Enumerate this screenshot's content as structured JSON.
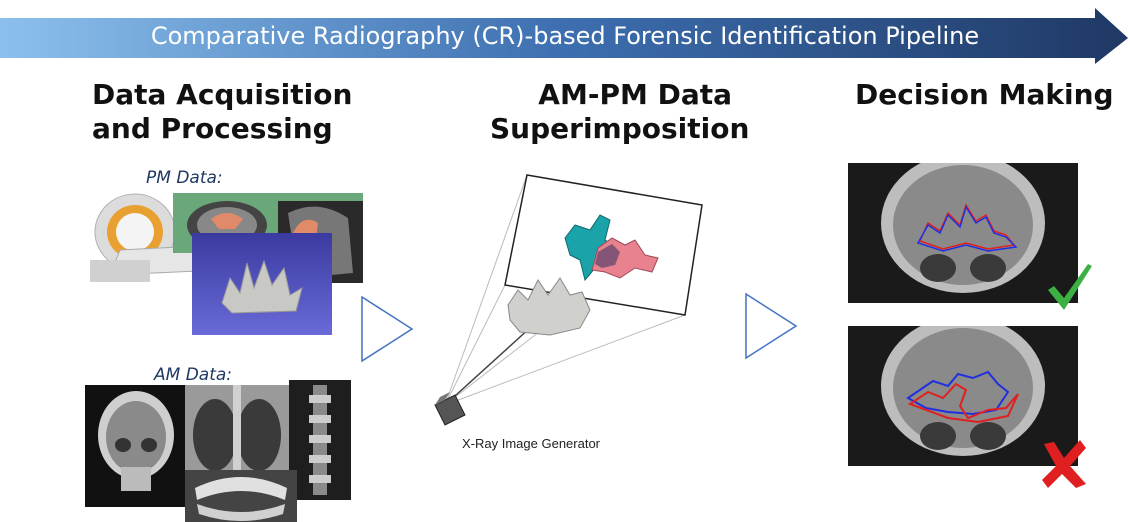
{
  "banner": {
    "title": "Comparative Radiography (CR)-based Forensic Identification Pipeline",
    "color_start": "#7ab3e8",
    "color_end": "#1f3864"
  },
  "stages": [
    {
      "title_line1": "Data Acquisition",
      "title_line2": "and Processing"
    },
    {
      "title_line1": "AM-PM Data",
      "title_line2": "Superimposition"
    },
    {
      "title_line1": "Decision Making",
      "title_line2": ""
    }
  ],
  "labels": {
    "pm_data": "PM Data:",
    "am_data": "AM Data:",
    "generator": "X-Ray Image Generator"
  },
  "icons": {
    "arrows": "play-triangle-outline",
    "match": "green-check-icon",
    "mismatch": "red-x-icon"
  },
  "colors": {
    "teal": "#1aa3a8",
    "pink": "#e8828f",
    "outline_red": "#e02020",
    "outline_blue": "#2030e0",
    "check": "#3cb043",
    "cross": "#e02020"
  }
}
